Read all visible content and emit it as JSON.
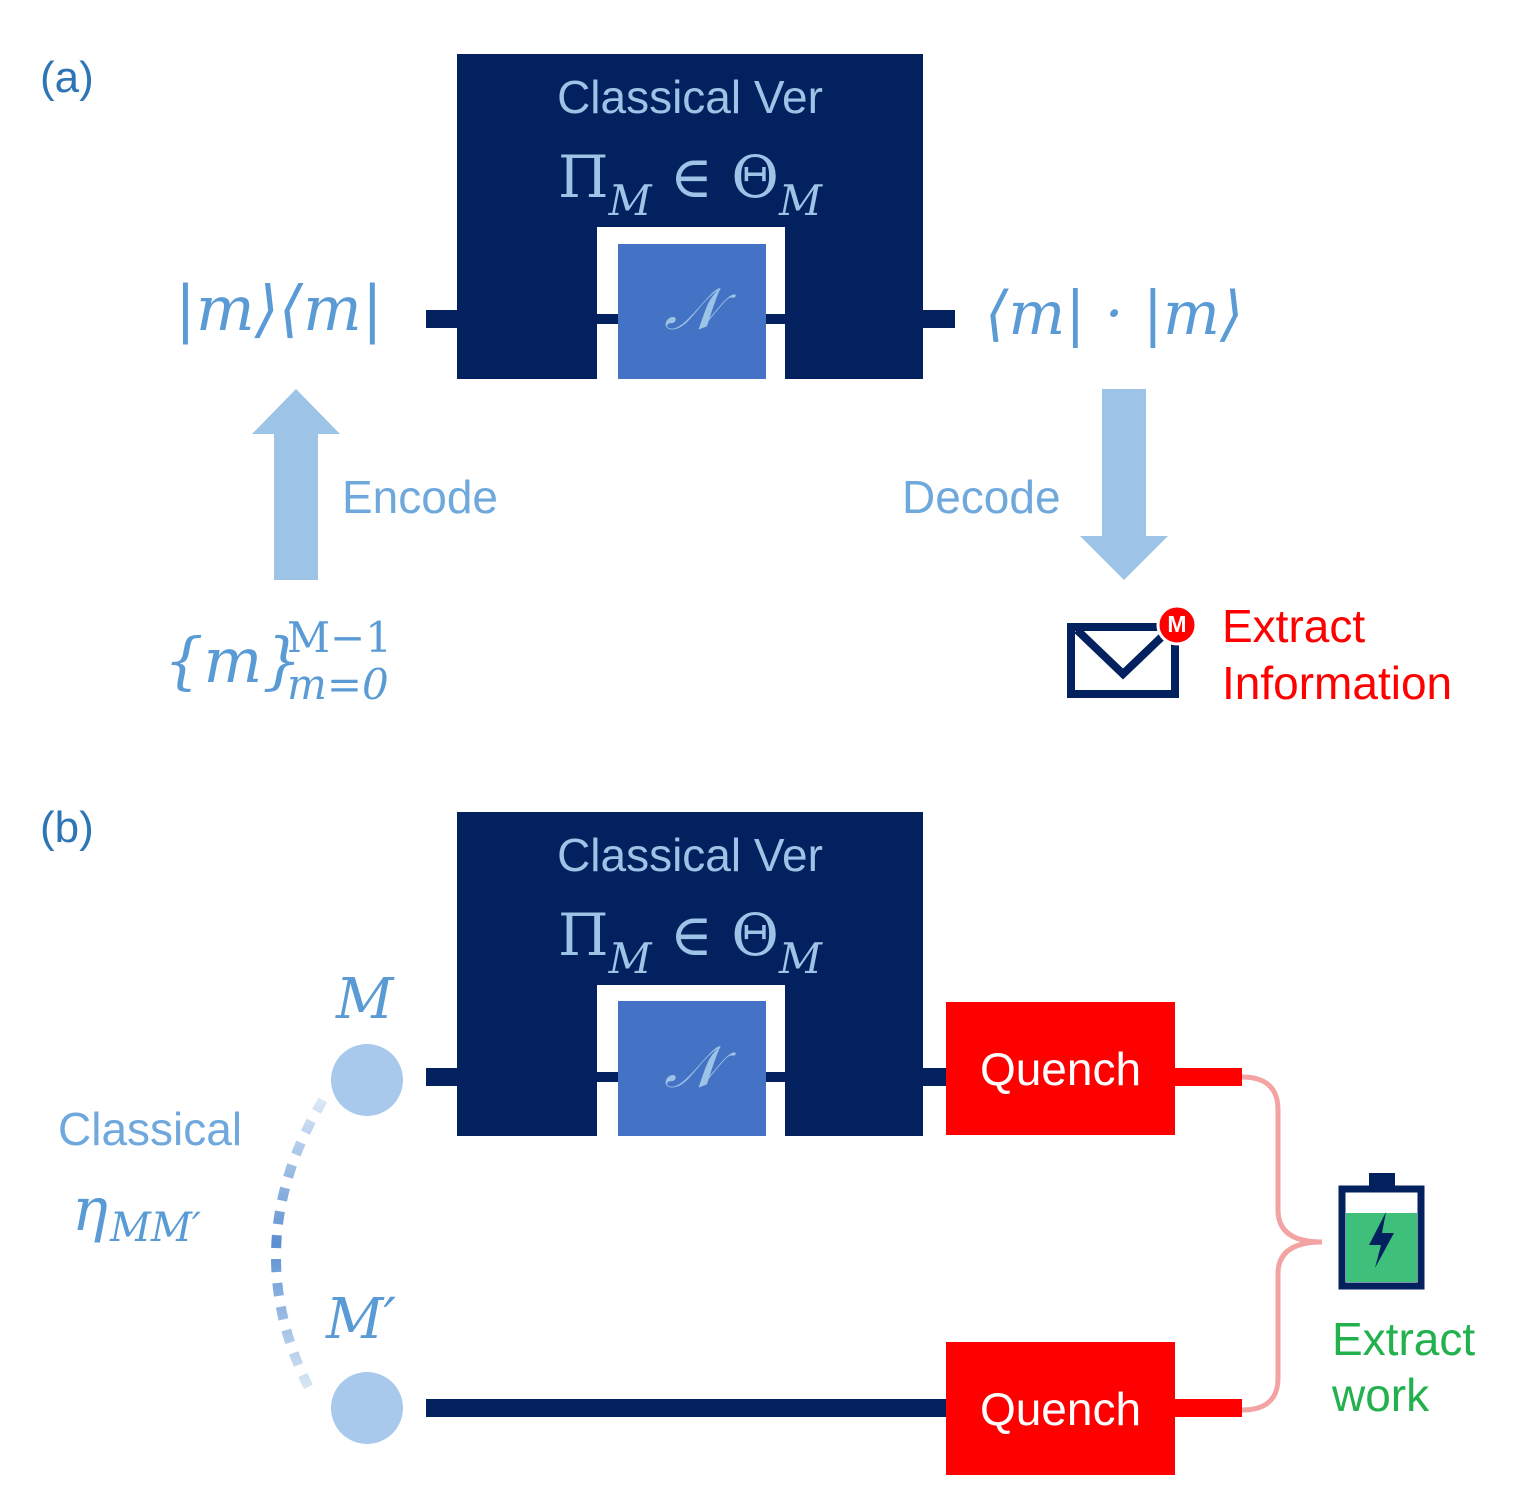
{
  "panel_a": {
    "label": "(a)",
    "box_title": "Classical Ver",
    "box_math_pi": "Π",
    "box_math_sub1": "M",
    "box_math_in": "∈ Θ",
    "box_math_sub2": "M",
    "channel_symbol": "𝒩",
    "input_state": "|m⟩⟨m|",
    "output_measure": "⟨m| · |m⟩",
    "encode_label": "Encode",
    "decode_label": "Decode",
    "set_base": "{m}",
    "set_sup": "M−1",
    "set_sub": "m=0",
    "mail_badge": "M",
    "extract_line1": "Extract",
    "extract_line2": "Information"
  },
  "panel_b": {
    "label": "(b)",
    "box_title": "Classical Ver",
    "box_math_pi": "Π",
    "box_math_sub1": "M",
    "box_math_in": "∈ Θ",
    "box_math_sub2": "M",
    "channel_symbol": "𝒩",
    "node_top": "M",
    "node_bottom": "M′",
    "correlation_label": "Classical",
    "eta": "η",
    "eta_sub": "MM′",
    "quench_top": "Quench",
    "quench_bottom": "Quench",
    "extract_line1": "Extract",
    "extract_line2": "work"
  },
  "colors": {
    "dark_navy": "#03215e",
    "channel_blue": "#4472c4",
    "light_blue": "#9dc3e6",
    "quench_red": "#ff0000",
    "brace_pink": "#f4a3a3",
    "battery_green": "#3fc07a"
  },
  "icons": [
    "envelope-icon",
    "battery-icon",
    "lightning-icon",
    "up-arrow-icon",
    "down-arrow-icon"
  ]
}
